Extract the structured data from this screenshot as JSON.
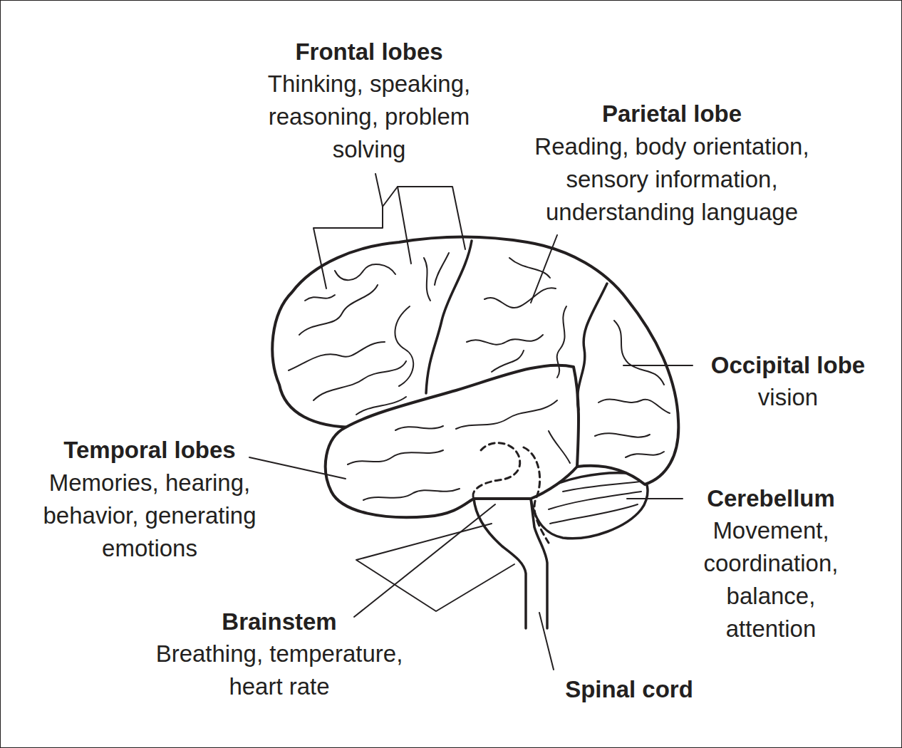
{
  "diagram": {
    "labels": [
      "Frontal lobes",
      "Thinking, speaking, reasoning, problem solving",
      "Parietal lobe",
      "Reading, body orientation, sensory information, understanding language",
      "Occipital lobe",
      "vision",
      "Temporal lobes",
      "Memories, hearing, behavior, generating emotions",
      "Cerebellum",
      "Movement, coordination, balance, attention",
      "Brainstem",
      "Breathing, temperature, heart rate",
      "Spinal cord"
    ]
  }
}
